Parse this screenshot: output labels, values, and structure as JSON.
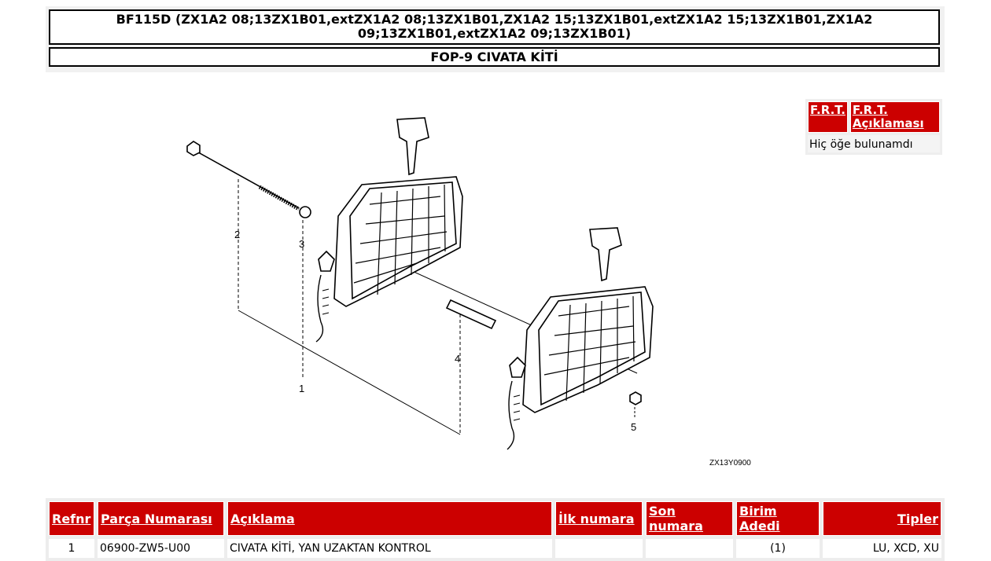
{
  "header": {
    "title": "BF115D (ZX1A2 08;13ZX1B01,extZX1A2 08;13ZX1B01,ZX1A2 15;13ZX1B01,extZX1A2 15;13ZX1B01,ZX1A2 09;13ZX1B01,extZX1A2 09;13ZX1B01)",
    "subtitle": "FOP-9 CIVATA KİTİ"
  },
  "diagram": {
    "callouts": [
      "1",
      "2",
      "3",
      "4",
      "5"
    ],
    "code": "ZX13Y0900"
  },
  "frt": {
    "col1": "F.R.T.",
    "col2": "F.R.T. Açıklaması",
    "empty_text": "Hiç öğe bulunamdı"
  },
  "table": {
    "headers": [
      "Refnr",
      "Parça Numarası",
      "Açıklama",
      "İlk numara",
      "Son numara",
      "Birim Adedi",
      "Tipler"
    ],
    "rows": [
      [
        "1",
        "06900-ZW5-U00",
        "CIVATA KİTİ, YAN UZAKTAN KONTROL",
        "",
        "",
        "(1)",
        "LU, XCD, XU"
      ]
    ]
  }
}
